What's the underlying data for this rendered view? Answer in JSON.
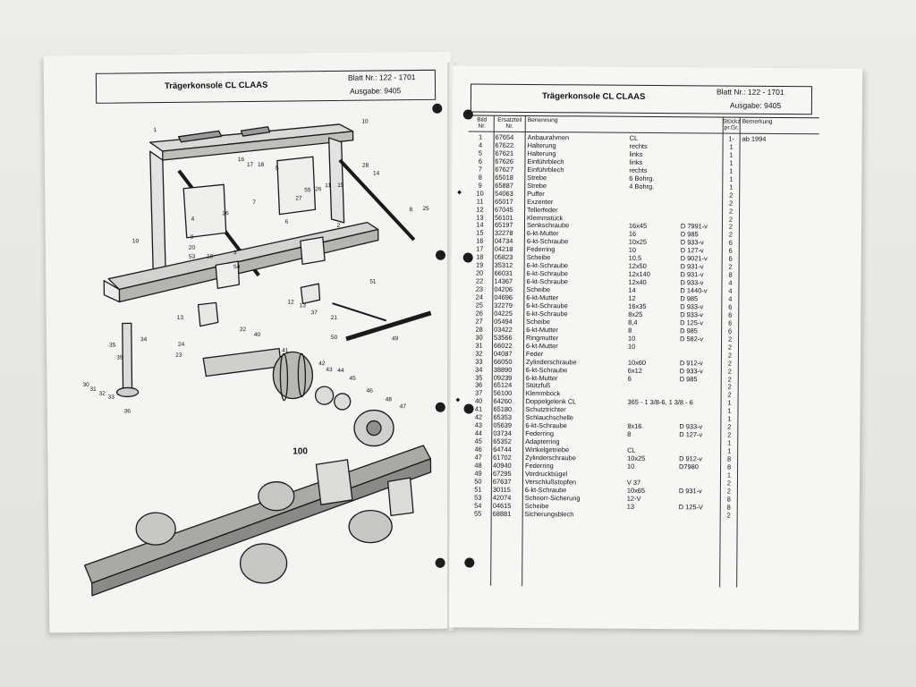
{
  "left_page": {
    "title": "Trägerkonsole CL   CLAAS",
    "blatt": "Blatt Nr.:  122 - 1701",
    "ausgabe": "Ausgabe:  9405",
    "part_labels": [
      "1",
      "10",
      "16",
      "17",
      "18",
      "5",
      "14",
      "28",
      "10",
      "4",
      "26",
      "7",
      "6",
      "27",
      "55",
      "26",
      "11",
      "15",
      "2",
      "8",
      "25",
      "9",
      "20",
      "53",
      "19",
      "54",
      "3",
      "12",
      "13",
      "37",
      "51",
      "21",
      "13",
      "22",
      "40",
      "41",
      "24",
      "23",
      "35",
      "34",
      "39",
      "31",
      "42",
      "43",
      "44",
      "45",
      "46",
      "48",
      "47",
      "30",
      "31",
      "32",
      "33",
      "36",
      "50",
      "49",
      "100"
    ]
  },
  "right_page": {
    "title": "Trägerkonsole CL   CLAAS",
    "blatt": "Blatt Nr.:  122 - 1701",
    "ausgabe": "Ausgabe:  9405",
    "columns": {
      "bild": "Bild",
      "bild2": "Nr.",
      "ersatzteil": "Ersatzteil",
      "ersatzteil2": "Nr.",
      "benennung": "Benennung",
      "stueckz": "Stückz",
      "stueckz2": "pr.Gr.",
      "bemerkung": "Bemerkung"
    },
    "rows": [
      {
        "nr": "1",
        "et": "67654",
        "bn": "Anbaurahmen",
        "dim": "CL",
        "din": "",
        "qty": "1-",
        "rem": "ab 1994"
      },
      {
        "nr": "4",
        "et": "67622",
        "bn": "Halterung",
        "dim": "rechts",
        "din": "",
        "qty": "1",
        "rem": ""
      },
      {
        "nr": "5",
        "et": "67621",
        "bn": "Halterung",
        "dim": "links",
        "din": "",
        "qty": "1",
        "rem": ""
      },
      {
        "nr": "6",
        "et": "67626",
        "bn": "Einführblech",
        "dim": "links",
        "din": "",
        "qty": "1",
        "rem": ""
      },
      {
        "nr": "7",
        "et": "67627",
        "bn": "Einführblech",
        "dim": "rechts",
        "din": "",
        "qty": "1",
        "rem": ""
      },
      {
        "nr": "8",
        "et": "65018",
        "bn": "Strebe",
        "dim": "6 Bohrg.",
        "din": "",
        "qty": "1",
        "rem": ""
      },
      {
        "nr": "9",
        "et": "65887",
        "bn": "Strebe",
        "dim": "4 Bohrg.",
        "din": "",
        "qty": "1",
        "rem": ""
      },
      {
        "nr": "10",
        "et": "54063",
        "bn": "Puffer",
        "dim": "",
        "din": "",
        "qty": "2",
        "rem": "",
        "mark": true
      },
      {
        "nr": "11",
        "et": "65017",
        "bn": "Exzenter",
        "dim": "",
        "din": "",
        "qty": "2",
        "rem": ""
      },
      {
        "nr": "12",
        "et": "67045",
        "bn": "Tellerfeder",
        "dim": "",
        "din": "",
        "qty": "2",
        "rem": ""
      },
      {
        "nr": "13",
        "et": "56101",
        "bn": "Klemmstück",
        "dim": "",
        "din": "",
        "qty": "2",
        "rem": ""
      },
      {
        "nr": "14",
        "et": "65197",
        "bn": "Senkschraube",
        "dim": "16x45",
        "din": "D 7991-v",
        "qty": "2",
        "rem": ""
      },
      {
        "nr": "15",
        "et": "32278",
        "bn": "6-kt-Mutter",
        "dim": "16",
        "din": "D 985",
        "qty": "2",
        "rem": ""
      },
      {
        "nr": "16",
        "et": "04734",
        "bn": "6-kt-Schraube",
        "dim": "10x25",
        "din": "D 933-v",
        "qty": "6",
        "rem": ""
      },
      {
        "nr": "17",
        "et": "04218",
        "bn": "Federring",
        "dim": "10",
        "din": "D 127-v",
        "qty": "6",
        "rem": ""
      },
      {
        "nr": "18",
        "et": "05823",
        "bn": "Scheibe",
        "dim": "10,5",
        "din": "D 9021-v",
        "qty": "6",
        "rem": ""
      },
      {
        "nr": "19",
        "et": "35312",
        "bn": "6-kt-Schraube",
        "dim": "12x50",
        "din": "D 931-v",
        "qty": "2",
        "rem": ""
      },
      {
        "nr": "20",
        "et": "66031",
        "bn": "6-kt-Schraube",
        "dim": "12x140",
        "din": "D 931-v",
        "qty": "8",
        "rem": ""
      },
      {
        "nr": "22",
        "et": "14367",
        "bn": "6-kt-Schraube",
        "dim": "12x40",
        "din": "D 933-v",
        "qty": "4",
        "rem": ""
      },
      {
        "nr": "23",
        "et": "04206",
        "bn": "Scheibe",
        "dim": "14",
        "din": "D 1440-v",
        "qty": "4",
        "rem": ""
      },
      {
        "nr": "24",
        "et": "04696",
        "bn": "6-kt-Mutter",
        "dim": "12",
        "din": "D 985",
        "qty": "4",
        "rem": ""
      },
      {
        "nr": "25",
        "et": "32279",
        "bn": "6-kt-Schraube",
        "dim": "16x35",
        "din": "D 933-v",
        "qty": "6",
        "rem": ""
      },
      {
        "nr": "26",
        "et": "04225",
        "bn": "6-kt-Schraube",
        "dim": "8x25",
        "din": "D 933-v",
        "qty": "6",
        "rem": ""
      },
      {
        "nr": "27",
        "et": "05494",
        "bn": "Scheibe",
        "dim": "8,4",
        "din": "D 125-v",
        "qty": "6",
        "rem": ""
      },
      {
        "nr": "28",
        "et": "03422",
        "bn": "6-kt-Mutter",
        "dim": "8",
        "din": "D 985",
        "qty": "6",
        "rem": ""
      },
      {
        "nr": "30",
        "et": "53566",
        "bn": "Ringmutter",
        "dim": "10",
        "din": "D 582-v",
        "qty": "2",
        "rem": ""
      },
      {
        "nr": "31",
        "et": "66022",
        "bn": "6-kt-Mutter",
        "dim": "10",
        "din": "",
        "qty": "2",
        "rem": ""
      },
      {
        "nr": "32",
        "et": "04087",
        "bn": "Feder",
        "dim": "",
        "din": "",
        "qty": "2",
        "rem": ""
      },
      {
        "nr": "33",
        "et": "66050",
        "bn": "Zylinderschraube",
        "dim": "10x60",
        "din": "D 912-v",
        "qty": "2",
        "rem": ""
      },
      {
        "nr": "34",
        "et": "38890",
        "bn": "6-kt-Schraube",
        "dim": "6x12",
        "din": "D 933-v",
        "qty": "2",
        "rem": ""
      },
      {
        "nr": "35",
        "et": "09239",
        "bn": "6-kt-Mutter",
        "dim": "6",
        "din": "D 985",
        "qty": "2",
        "rem": ""
      },
      {
        "nr": "36",
        "et": "65124",
        "bn": "Stützfuß",
        "dim": "",
        "din": "",
        "qty": "2",
        "rem": ""
      },
      {
        "nr": "37",
        "et": "56100",
        "bn": "Klemmbock",
        "dim": "",
        "din": "",
        "qty": "2",
        "rem": ""
      },
      {
        "nr": "40",
        "et": "64260",
        "bn": "Doppelgelenk CL",
        "dim": "365 - 1 3/8-6, 1 3/8 - 6",
        "din": "",
        "qty": "1",
        "rem": "",
        "mark": true
      },
      {
        "nr": "41",
        "et": "65180",
        "bn": "Schutztrichter",
        "dim": "",
        "din": "",
        "qty": "1",
        "rem": ""
      },
      {
        "nr": "42",
        "et": "65353",
        "bn": "Schlauchschelle",
        "dim": "",
        "din": "",
        "qty": "1",
        "rem": ""
      },
      {
        "nr": "43",
        "et": "05639",
        "bn": "6-kt-Schraube",
        "dim": "8x16",
        "din": "D 933-v",
        "qty": "2",
        "rem": ""
      },
      {
        "nr": "44",
        "et": "03734",
        "bn": "Federring",
        "dim": "8",
        "din": "D 127-v",
        "qty": "2",
        "rem": ""
      },
      {
        "nr": "45",
        "et": "65352",
        "bn": "Adapterring",
        "dim": "",
        "din": "",
        "qty": "1",
        "rem": ""
      },
      {
        "nr": "46",
        "et": "64744",
        "bn": "Winkelgetriebe",
        "dim": "CL",
        "din": "",
        "qty": "1",
        "rem": ""
      },
      {
        "nr": "47",
        "et": "61702",
        "bn": "Zylinderschraube",
        "dim": "10x25",
        "din": "D 912-v",
        "qty": "8",
        "rem": ""
      },
      {
        "nr": "48",
        "et": "40940",
        "bn": "Federring",
        "dim": "10",
        "din": "D7980",
        "qty": "8",
        "rem": ""
      },
      {
        "nr": "49",
        "et": "67295",
        "bn": "Vordruckbügel",
        "dim": "",
        "din": "",
        "qty": "1",
        "rem": ""
      },
      {
        "nr": "50",
        "et": "67637",
        "bn": "Verschlußstopfen",
        "dim": "V 37",
        "din": "",
        "qty": "2",
        "rem": ""
      },
      {
        "nr": "51",
        "et": "30115",
        "bn": "6-kt-Schraube",
        "dim": "10x65",
        "din": "D 931-v",
        "qty": "2",
        "rem": ""
      },
      {
        "nr": "53",
        "et": "42074",
        "bn": "Schnorr-Sicherung",
        "dim": "12-V",
        "din": "",
        "qty": "8",
        "rem": ""
      },
      {
        "nr": "54",
        "et": "04615",
        "bn": "Scheibe",
        "dim": "13",
        "din": "D 125-V",
        "qty": "8",
        "rem": ""
      },
      {
        "nr": "55",
        "et": "68881",
        "bn": "Sicherungsblech",
        "dim": "",
        "din": "",
        "qty": "2",
        "rem": ""
      }
    ]
  }
}
